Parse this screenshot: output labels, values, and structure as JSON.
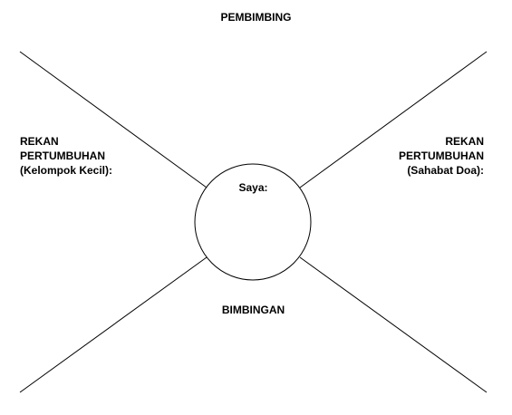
{
  "diagram": {
    "top_label": "PEMBIMBING",
    "left_label": {
      "line1": "REKAN",
      "line2": "PERTUMBUHAN",
      "line3": "(Kelompok Kecil):"
    },
    "right_label": {
      "line1": "REKAN",
      "line2": "PERTUMBUHAN",
      "line3": "(Sahabat Doa):"
    },
    "center_label": "Saya:",
    "bottom_label": "BIMBINGAN"
  }
}
